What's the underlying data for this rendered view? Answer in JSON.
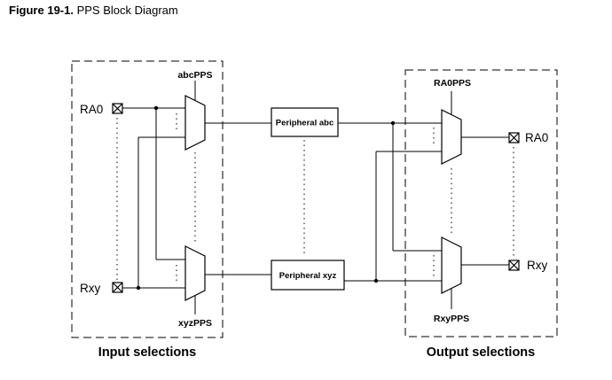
{
  "caption": {
    "number": "Figure 19-1.",
    "title": "PPS Block Diagram"
  },
  "sections": {
    "input": "Input selections",
    "output": "Output selections"
  },
  "pins": {
    "in_top": "RA0",
    "in_bottom": "Rxy",
    "out_top": "RA0",
    "out_bottom": "Rxy"
  },
  "selects": {
    "abc": "abcPPS",
    "xyz": "xyzPPS",
    "ra0": "RA0PPS",
    "rxy": "RxyPPS"
  },
  "peripherals": {
    "abc": "Peripheral abc",
    "xyz": "Peripheral xyz"
  }
}
